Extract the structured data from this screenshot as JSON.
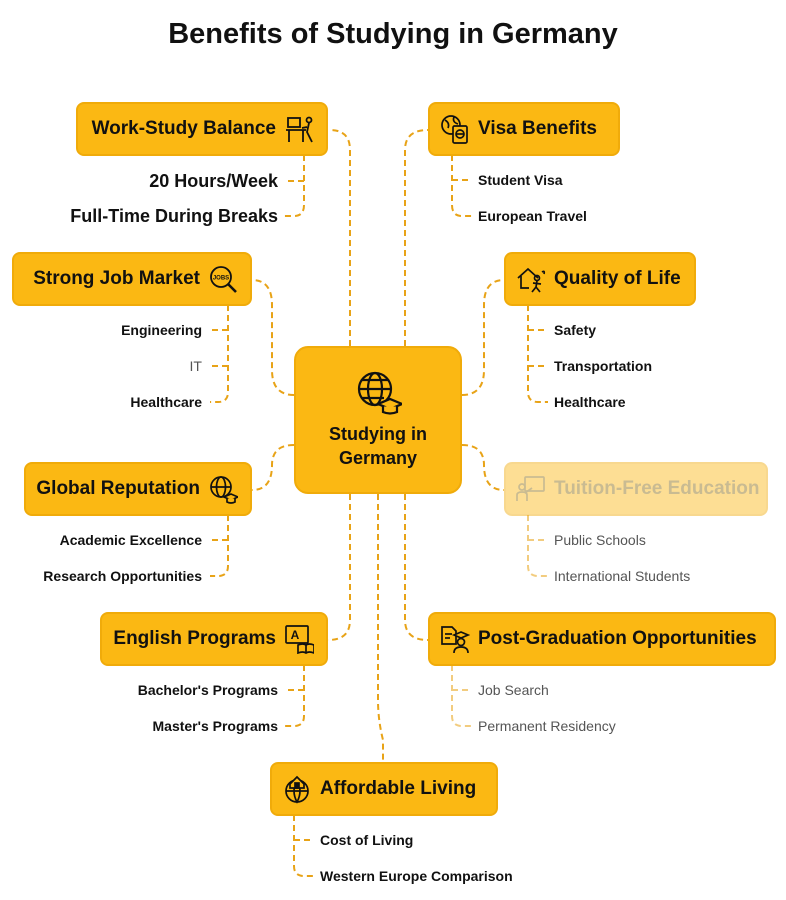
{
  "title": "Benefits of Studying in Germany",
  "center": {
    "label": "Studying in Germany",
    "icon": "globe-graduation-cap-icon"
  },
  "nodes": {
    "work": {
      "label": "Work-Study Balance",
      "icon": "desk-study-icon",
      "items": [
        "20 Hours/Week",
        "Full-Time During Breaks"
      ]
    },
    "jobs": {
      "label": "Strong Job Market",
      "icon": "jobs-search-icon",
      "icon_text": "JOBS",
      "items": [
        "Engineering",
        "IT",
        "Healthcare"
      ]
    },
    "global": {
      "label": "Global Reputation",
      "icon": "globe-graduation-cap-icon",
      "items": [
        "Academic Excellence",
        "Research Opportunities"
      ]
    },
    "english": {
      "label": "English Programs",
      "icon": "language-book-icon",
      "icon_text": "A",
      "items": [
        "Bachelor's Programs",
        "Master's Programs"
      ]
    },
    "visa": {
      "label": "Visa Benefits",
      "icon": "passport-globe-icon",
      "items": [
        "Student Visa",
        "European Travel"
      ]
    },
    "quality": {
      "label": "Quality of Life",
      "icon": "home-person-icon",
      "items": [
        "Safety",
        "Transportation",
        "Healthcare"
      ]
    },
    "tuition": {
      "label": "Tuition-Free Education",
      "icon": "classroom-board-icon",
      "items": [
        "Public Schools",
        "International Students"
      ]
    },
    "postgrad": {
      "label": "Post-Graduation Opportunities",
      "icon": "graduate-document-icon",
      "items": [
        "Job Search",
        "Permanent Residency"
      ]
    },
    "living": {
      "label": "Affordable Living",
      "icon": "house-globe-icon",
      "items": [
        "Cost of Living",
        "Western Europe Comparison"
      ]
    }
  },
  "colors": {
    "accent": "#fbb813",
    "border": "#f0ab0a",
    "connector": "#e8a317",
    "text": "#111111"
  }
}
